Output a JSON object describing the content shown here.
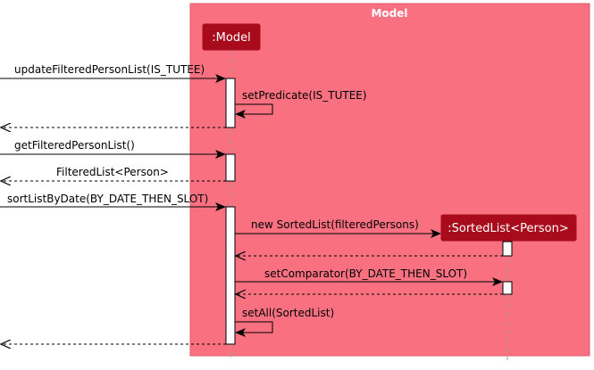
{
  "diagram": {
    "colors": {
      "box_fill": "#F97181",
      "box_border": "#DF5C6A",
      "participant_fill": "#A80C1C",
      "participant_text": "#FFFFFF",
      "box_title": "#FFFFFF",
      "line": "#000000",
      "lifeline": "#A0A0A0",
      "activation_fill": "#FFFFFF"
    },
    "box": {
      "title": "Model"
    },
    "participants": [
      {
        "id": "model",
        "label": ":Model"
      },
      {
        "id": "sortedlist",
        "label": ":SortedList<Person>"
      }
    ],
    "messages": [
      {
        "id": "m1",
        "label": "updateFilteredPersonList(IS_TUTEE)",
        "type": "call"
      },
      {
        "id": "m2",
        "label": "setPredicate(IS_TUTEE)",
        "type": "self"
      },
      {
        "id": "m3",
        "label": "",
        "type": "return"
      },
      {
        "id": "m4",
        "label": "getFilteredPersonList()",
        "type": "call"
      },
      {
        "id": "m5",
        "label": "FilteredList<Person>",
        "type": "return"
      },
      {
        "id": "m6",
        "label": "sortListByDate(BY_DATE_THEN_SLOT)",
        "type": "call"
      },
      {
        "id": "m7",
        "label": "new SortedList(filteredPersons)",
        "type": "create"
      },
      {
        "id": "m8",
        "label": "",
        "type": "return"
      },
      {
        "id": "m9",
        "label": "setComparator(BY_DATE_THEN_SLOT)",
        "type": "call"
      },
      {
        "id": "m10",
        "label": "",
        "type": "return"
      },
      {
        "id": "m11",
        "label": "setAll(SortedList)",
        "type": "self"
      },
      {
        "id": "m12",
        "label": "",
        "type": "return"
      }
    ]
  }
}
